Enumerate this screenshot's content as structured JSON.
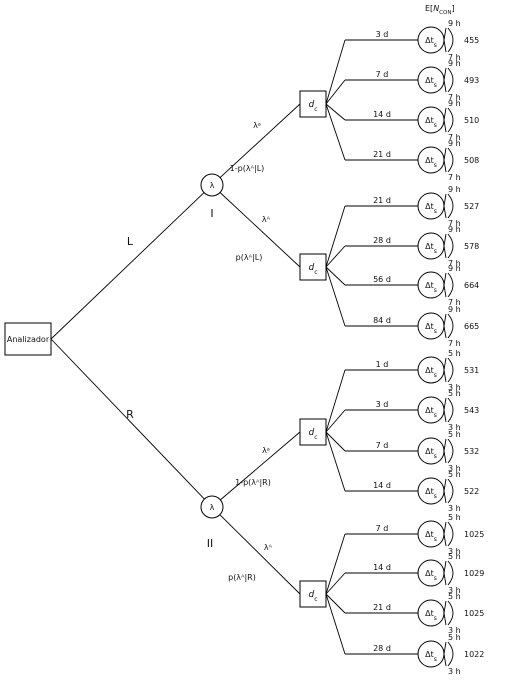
{
  "header": {
    "label": "E[",
    "symbol": "N",
    "sub": "CON",
    "close": "]"
  },
  "root": {
    "label": "Analizador"
  },
  "branches": [
    {
      "label": "L",
      "node_symbol": "λ",
      "node_id": "I",
      "subbranches": [
        {
          "prob_top": "λᵃ",
          "prob_bottom": "1-p(λᴬ|L)",
          "node": {
            "base": "d",
            "sub": "c"
          },
          "leaves": [
            {
              "days": "3 d",
              "value": "455"
            },
            {
              "days": "7 d",
              "value": "493"
            },
            {
              "days": "14 d",
              "value": "510"
            },
            {
              "days": "21 d",
              "value": "508"
            }
          ]
        },
        {
          "prob_top": "λᴬ",
          "prob_bottom": "p(λᴬ|L)",
          "node": {
            "base": "d",
            "sub": "c"
          },
          "leaves": [
            {
              "days": "21 d",
              "value": "527"
            },
            {
              "days": "28 d",
              "value": "578"
            },
            {
              "days": "56 d",
              "value": "664"
            },
            {
              "days": "84 d",
              "value": "665"
            }
          ]
        }
      ]
    },
    {
      "label": "R",
      "node_symbol": "λ",
      "node_id": "II",
      "subbranches": [
        {
          "prob_top": "λᵃ",
          "prob_bottom": "1-p(λᴬ|R)",
          "node": {
            "base": "d",
            "sub": "c"
          },
          "leaves": [
            {
              "days": "1 d",
              "value": "531"
            },
            {
              "days": "3 d",
              "value": "543"
            },
            {
              "days": "7 d",
              "value": "532"
            },
            {
              "days": "14 d",
              "value": "522"
            }
          ]
        },
        {
          "prob_top": "λᴬ",
          "prob_bottom": "p(λᴬ|R)",
          "node": {
            "base": "d",
            "sub": "c"
          },
          "leaves": [
            {
              "days": "7 d",
              "value": "1025"
            },
            {
              "days": "14 d",
              "value": "1029"
            },
            {
              "days": "21 d",
              "value": "1025"
            },
            {
              "days": "28 d",
              "value": "1022"
            }
          ]
        }
      ]
    }
  ],
  "leaf_node": {
    "base": "Δt",
    "sub": "s"
  },
  "leaf_ranges": [
    {
      "upper": "9 h",
      "lower": "7 h"
    },
    {
      "upper": "5 h",
      "lower": "3 h"
    }
  ]
}
